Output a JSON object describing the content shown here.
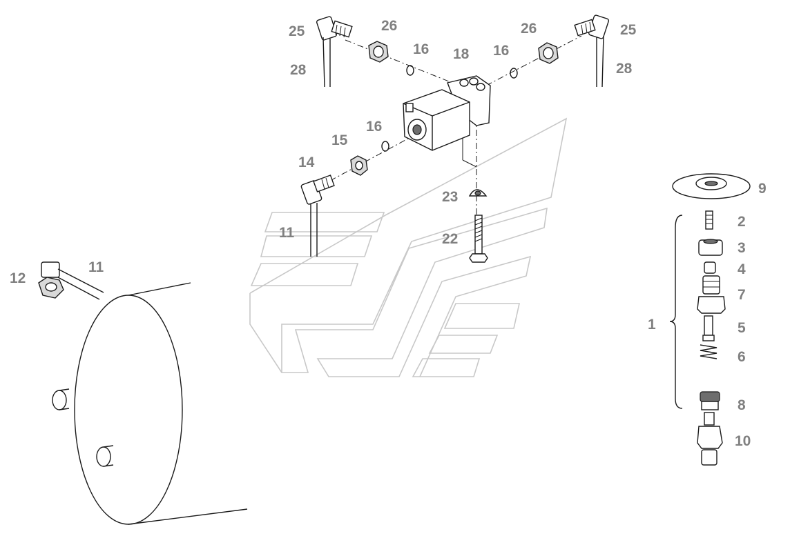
{
  "labels": [
    {
      "id": "p25-left",
      "text": "25"
    },
    {
      "id": "p28-left",
      "text": "28"
    },
    {
      "id": "p26-left",
      "text": "26"
    },
    {
      "id": "p16-top-left",
      "text": "16"
    },
    {
      "id": "p18",
      "text": "18"
    },
    {
      "id": "p16-top-right",
      "text": "16"
    },
    {
      "id": "p26-right",
      "text": "26"
    },
    {
      "id": "p25-right",
      "text": "25"
    },
    {
      "id": "p28-right",
      "text": "28"
    },
    {
      "id": "p16-mid",
      "text": "16"
    },
    {
      "id": "p15",
      "text": "15"
    },
    {
      "id": "p14",
      "text": "14"
    },
    {
      "id": "p23",
      "text": "23"
    },
    {
      "id": "p11-mid",
      "text": "11"
    },
    {
      "id": "p22",
      "text": "22"
    },
    {
      "id": "p12",
      "text": "12"
    },
    {
      "id": "p11-left",
      "text": "11"
    },
    {
      "id": "p9",
      "text": "9"
    },
    {
      "id": "p2",
      "text": "2"
    },
    {
      "id": "p3",
      "text": "3"
    },
    {
      "id": "p4",
      "text": "4"
    },
    {
      "id": "p7",
      "text": "7"
    },
    {
      "id": "p1",
      "text": "1"
    },
    {
      "id": "p5",
      "text": "5"
    },
    {
      "id": "p6",
      "text": "6"
    },
    {
      "id": "p8",
      "text": "8"
    },
    {
      "id": "p10",
      "text": "10"
    }
  ]
}
